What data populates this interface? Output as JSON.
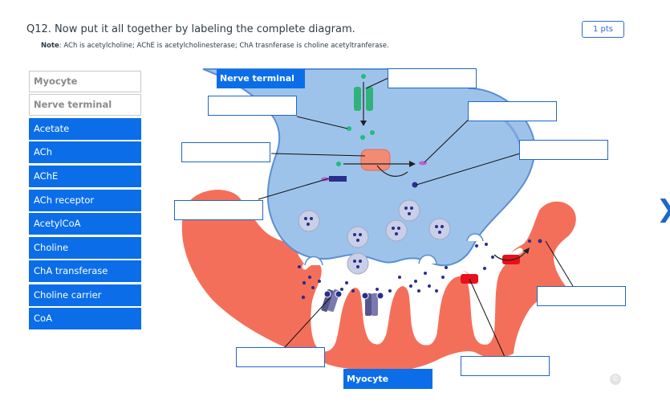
{
  "question": {
    "text": "Q12. Now put it all together by labeling the complete diagram.",
    "note_label": "Note",
    "note_text": ": ACh is acetylcholine; AChE is acetylcholinesterase; ChA trasnferase is choline acetyltranferase.",
    "points": "1 pts"
  },
  "word_bank": {
    "placed": [
      "Myocyte",
      "Nerve terminal"
    ],
    "available": [
      "Acetate",
      "ACh",
      "AChE",
      "ACh receptor",
      "AcetylCoA",
      "Choline",
      "ChA transferase",
      "Choline carrier",
      "CoA"
    ]
  },
  "diagram_labels": {
    "nerve_terminal": "Nerve terminal",
    "myocyte": "Myocyte"
  },
  "colors": {
    "accent": "#0b6ee8",
    "nerve_fill": "#9ec3ea",
    "muscle_fill": "#f46f5a"
  },
  "icons": {
    "next": "chevron-right-icon",
    "copyright": "copyright-icon"
  },
  "copyright_symbol": "©",
  "next_symbol": "❯"
}
